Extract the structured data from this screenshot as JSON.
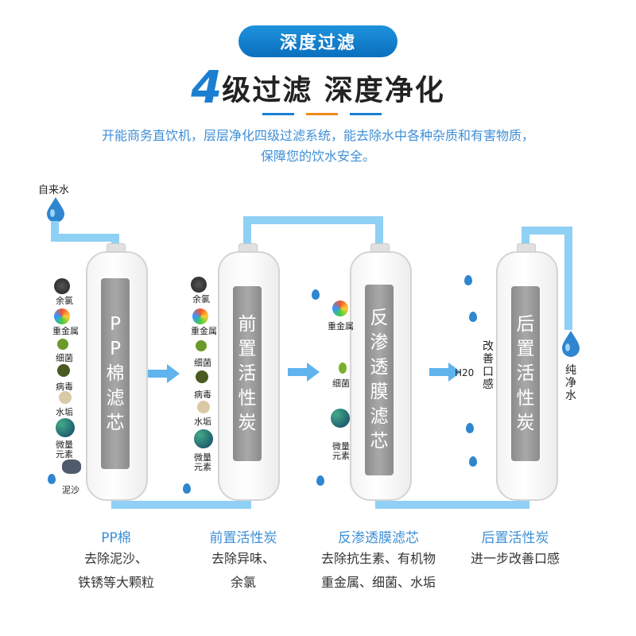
{
  "badge": "深度过滤",
  "headline": {
    "number": "4",
    "text": "级过滤 深度净化"
  },
  "intro": {
    "line1": "开能商务直饮机，层层净化四级过滤系统，能去除水中各种杂质和有害物质，",
    "line2": "保障您的饮水安全。"
  },
  "diagram": {
    "input_label": "自来水",
    "output_label": [
      "纯",
      "净",
      "水"
    ],
    "filters": [
      {
        "core": [
          "P",
          "P",
          "棉",
          "滤",
          "芯"
        ]
      },
      {
        "core": [
          "前",
          "置",
          "活",
          "性",
          "炭"
        ]
      },
      {
        "core": [
          "反",
          "渗",
          "透",
          "膜",
          "滤",
          "芯"
        ]
      },
      {
        "core": [
          "后",
          "置",
          "活",
          "性",
          "炭"
        ]
      }
    ],
    "impurities_1": [
      "余氯",
      "重金属",
      "细菌",
      "病毒",
      "水垢",
      "微量元素",
      "泥沙"
    ],
    "impurities_2": [
      "余氯",
      "重金属",
      "细菌",
      "病毒",
      "水垢",
      "微量元素"
    ],
    "impurities_3": [
      "重金属",
      "细菌",
      "微量元素"
    ],
    "h2o": "H20",
    "taste": [
      "改",
      "善",
      "口",
      "感"
    ]
  },
  "stages": [
    {
      "title": "PP棉",
      "desc": [
        "去除泥沙、",
        "铁锈等大颗粒"
      ]
    },
    {
      "title": "前置活性炭",
      "desc": [
        "去除异味、",
        "余氯"
      ]
    },
    {
      "title": "反渗透膜滤芯",
      "desc": [
        "去除抗生素、有机物",
        "重金属、细菌、水垢"
      ]
    },
    {
      "title": "后置活性炭",
      "desc": [
        "进一步改善口感"
      ]
    }
  ],
  "colors": {
    "accent": "#1b7fd1",
    "pipe": "#8fd0f5",
    "text_blue": "#3e8fd6"
  }
}
